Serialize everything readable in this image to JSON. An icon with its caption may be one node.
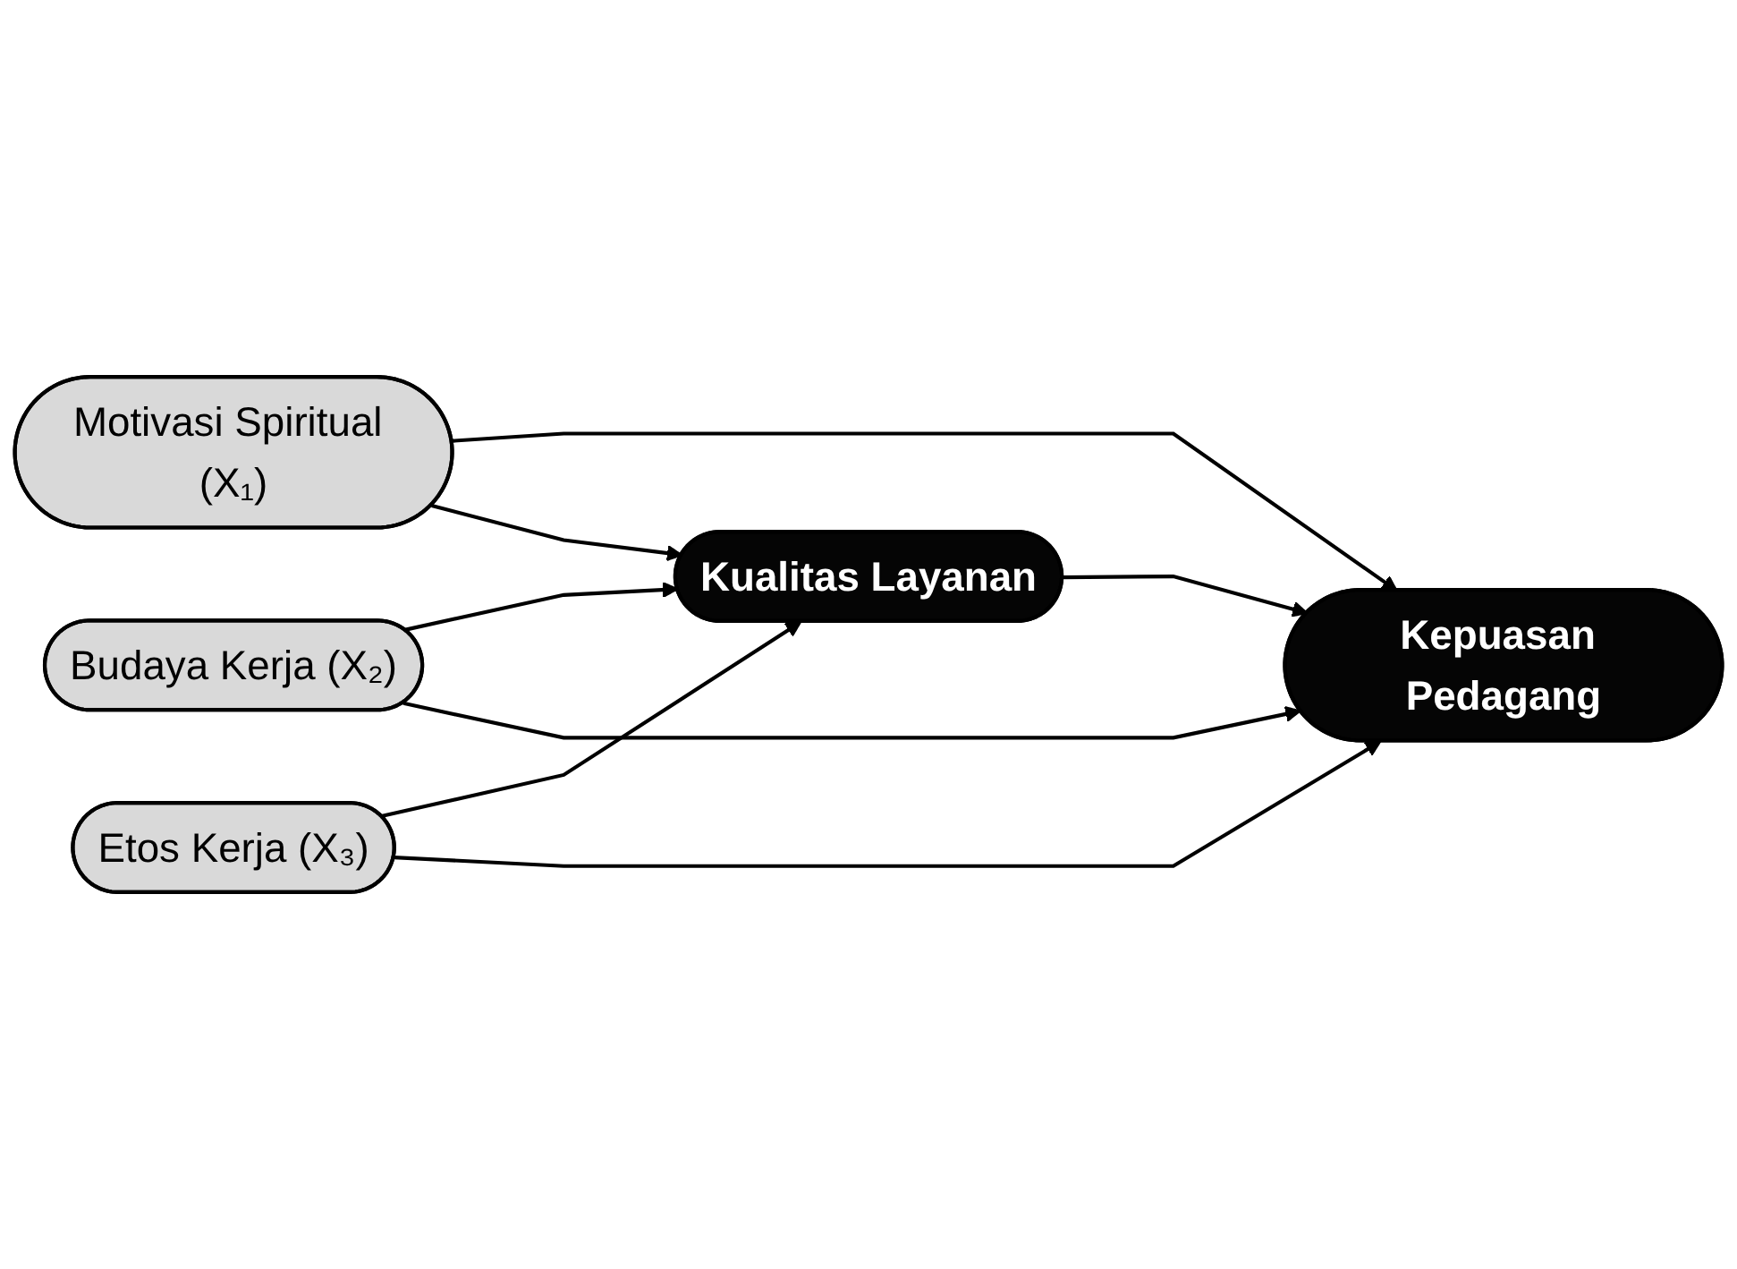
{
  "diagram": {
    "nodes": [
      {
        "text": [
          "Motivasi Spiritual (X₁)"
        ]
      },
      {
        "text": [
          "Budaya Kerja (X₂)"
        ]
      },
      {
        "text": [
          "Etos Kerja (X₃)"
        ]
      },
      {
        "text": [
          "Kualitas Layanan"
        ]
      },
      {
        "text": [
          "Kepuasan Pedagang"
        ]
      }
    ],
    "edges": [
      {
        "from": 0,
        "to": 4,
        "arrow": "to"
      },
      {
        "from": 0,
        "to": 3,
        "arrow": "to"
      },
      {
        "from": 1,
        "to": 3,
        "arrow": "to"
      },
      {
        "from": 1,
        "to": 4,
        "arrow": "to"
      },
      {
        "from": 2,
        "to": 3,
        "arrow": "to"
      },
      {
        "from": 2,
        "to": 4,
        "arrow": "to"
      },
      {
        "from": 3,
        "to": 4,
        "arrow": "to"
      }
    ]
  }
}
